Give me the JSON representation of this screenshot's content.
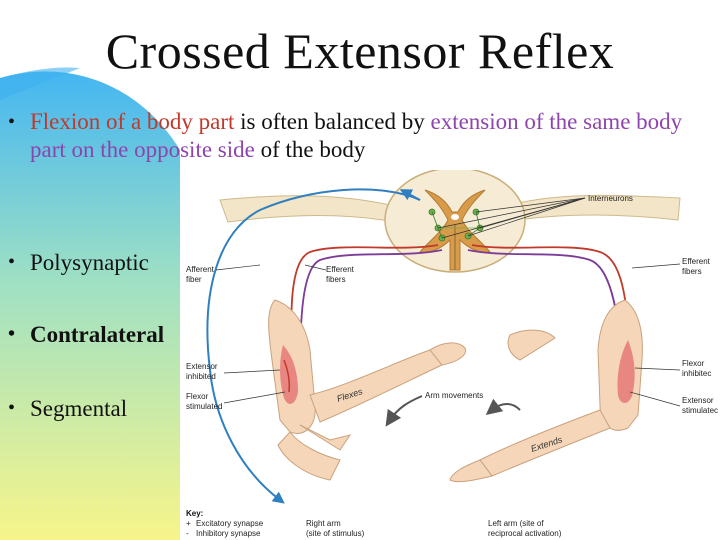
{
  "slide": {
    "title": "Crossed Extensor Reflex",
    "bullets": [
      {
        "parts": [
          {
            "text": "Flexion of a body part",
            "style": "red"
          },
          {
            "text": " is often balanced by ",
            "style": "normal"
          },
          {
            "text": "extension of the same body part on the opposite side",
            "style": "purple"
          },
          {
            "text": " of the body",
            "style": "normal"
          }
        ]
      },
      {
        "text": "Polysynaptic"
      },
      {
        "text": "Contralateral"
      },
      {
        "text": "Segmental"
      }
    ]
  },
  "diagram": {
    "labels": {
      "interneurons": "Interneurons",
      "afferent_fiber": [
        "Afferent",
        "fiber"
      ],
      "efferent_fibers_left": [
        "Efferent",
        "fibers"
      ],
      "efferent_fibers_right": [
        "Efferent",
        "fibers"
      ],
      "extensor_inhibited": [
        "Extensor",
        "inhibited"
      ],
      "flexor_stimulated": [
        "Flexor",
        "stimulated"
      ],
      "flexor_inhibited": [
        "Flexor",
        "inhibitec"
      ],
      "extensor_stimulated": [
        "Extensor",
        "stimulatec"
      ],
      "arm_movements": "Arm movements",
      "flexes": "Flexes",
      "extends": "Extends",
      "right_arm": [
        "Right arm",
        "(site of stimulus)"
      ],
      "left_arm": [
        "Left arm (site of",
        "reciprocal activation)"
      ]
    },
    "key": {
      "title": "Key:",
      "items": [
        {
          "symbol": "+",
          "text": "Excitatory synapse"
        },
        {
          "symbol": "-",
          "text": "Inhibitory synapse"
        }
      ]
    },
    "colors": {
      "afferent": "#2f7fc1",
      "efferent": "#c0392b",
      "inhibitory": "#7d3c98",
      "interneuron": "#6ab04c",
      "gray_matter": "#d89b4a",
      "skin": "#f5d6b8"
    }
  }
}
